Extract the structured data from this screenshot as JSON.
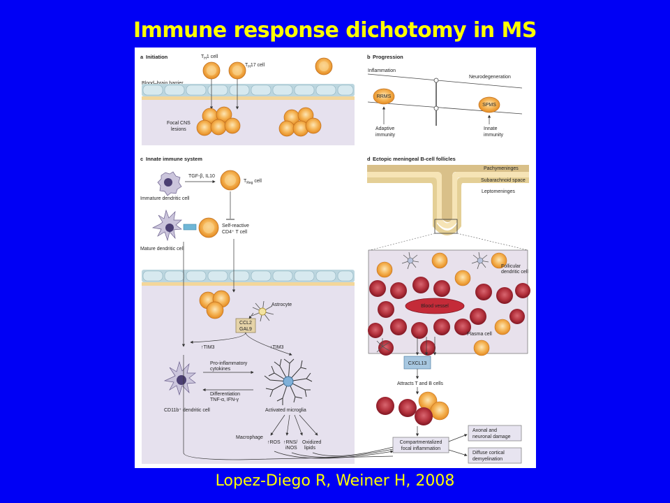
{
  "slide": {
    "title": "Immune response dichotomy in MS",
    "citation": "Lopez-Diego R, Weiner H, 2008"
  },
  "panel_a": {
    "header_letter": "a",
    "header": "Initiation",
    "th1": "T",
    "th1_sub": "H",
    "th1_suffix": "1 cell",
    "th17": "T",
    "th17_sub": "H",
    "th17_suffix": "17 cell",
    "bbb": "Blood–brain barrier",
    "lesions_1": "Focal CNS",
    "lesions_2": "lesions"
  },
  "panel_b": {
    "header_letter": "b",
    "header": "Progression",
    "inflammation": "Inflammation",
    "neurodegeneration": "Neurodegeneration",
    "rrms": "RRMS",
    "spms": "SPMS",
    "adaptive_1": "Adaptive",
    "adaptive_2": "immunity",
    "innate_1": "Innate",
    "innate_2": "immunity"
  },
  "panel_c": {
    "header_letter": "c",
    "header": "Innate immune system",
    "tgf": "TGF-β, IL10",
    "treg": "T",
    "treg_sub": "Reg",
    "treg_suffix": " cell",
    "immature_dc": "Immature dendritic cell",
    "self_reactive_1": "Self-reactive",
    "self_reactive_2": "CD4⁺ T cell",
    "mature_dc": "Mature dendritic cell",
    "astrocyte": "Astrocyte",
    "ccl2": "CCL2",
    "gal9": "GAL9",
    "tim3_left": "↑TIM3",
    "tim3_right": "↑TIM3",
    "proinflam_1": "Pro-inflammatory",
    "proinflam_2": "cytokines",
    "diff_1": "Differentiation",
    "diff_2": "TNF-α, IFN-γ",
    "cd11b": "CD11b⁺ dendritic cell",
    "activated_microglia": "Activated microglia",
    "macrophage": "Macrophage",
    "ros": "↑ROS",
    "rns_1": "↑RNS/",
    "rns_2": "iNOS",
    "oxidized_1": "Oxidized",
    "oxidized_2": "lipids"
  },
  "panel_d": {
    "header_letter": "d",
    "header": "Ectopic meningeal B-cell follicles",
    "pachymeninges": "Pachymeninges",
    "subarachnoid": "Subarachnoid space",
    "leptomeninges": "Leptomeninges",
    "follicular_1": "Follicular",
    "follicular_2": "dendritic cell",
    "blood_vessel": "Blood vessel",
    "plasma_cell": "Plasma cell",
    "cxcl13": "CXCL13",
    "attracts": "Attracts T and B cells",
    "compartmentalized_1": "Compartmentalized",
    "compartmentalized_2": "focal inflammation",
    "axonal_1": "Axonal and",
    "axonal_2": "neuronal damage",
    "diffuse_1": "Diffuse cortical",
    "diffuse_2": "demyelination"
  },
  "colors": {
    "background": "#0000f5",
    "title": "#ffff00",
    "tcell_outer": "#f0a040",
    "tcell_inner": "#f8c070",
    "bcell": "#b02b36",
    "bbb_cell": "#cfe3ea",
    "tissue": "#e2dcec"
  }
}
